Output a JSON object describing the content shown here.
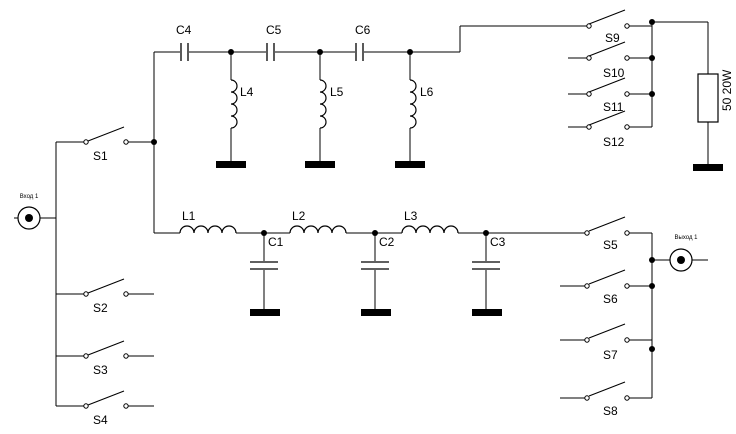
{
  "labels": {
    "input": "Вход 1",
    "output": "Выход 1",
    "load": "50 20W",
    "switches": {
      "S1": "S1",
      "S2": "S2",
      "S3": "S3",
      "S4": "S4",
      "S5": "S5",
      "S6": "S6",
      "S7": "S7",
      "S8": "S8",
      "S9": "S9",
      "S10": "S10",
      "S11": "S11",
      "S12": "S12"
    },
    "capacitors": {
      "C1": "C1",
      "C2": "C2",
      "C3": "C3",
      "C4": "C4",
      "C5": "C5",
      "C6": "C6"
    },
    "inductors": {
      "L1": "L1",
      "L2": "L2",
      "L3": "L3",
      "L4": "L4",
      "L5": "L5",
      "L6": "L6"
    }
  },
  "colors": {
    "ink": "#000000",
    "background": "#ffffff"
  }
}
